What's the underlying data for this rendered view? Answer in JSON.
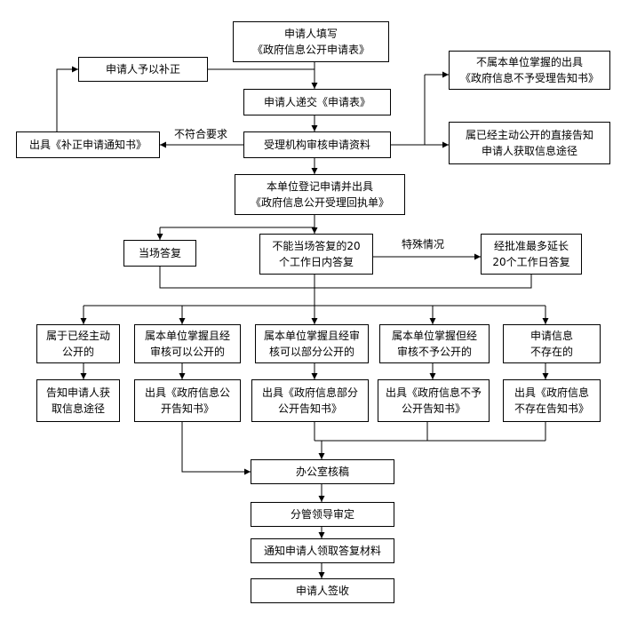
{
  "colors": {
    "line": "#000000",
    "box_border": "#000000",
    "background": "#ffffff"
  },
  "nodes": {
    "fill": "申请人填写\n《政府信息公开申请表》",
    "supplement": "申请人予以补正",
    "submit": "申请人递交《申请表》",
    "review": "受理机构审核申请资料",
    "notify_correct": "出具《补正申请通知书》",
    "not_held": "不属本单位掌握的出具\n《政府信息不予受理告知书》",
    "already_public_direct": "属已经主动公开的直接告知\n申请人获取信息途径",
    "register": "本单位登记申请并出具\n《政府信息公开受理回执单》",
    "spot_reply": "当场答复",
    "reply_20": "不能当场答复的20\n个工作日内答复",
    "extend": "经批准最多延长\n20个工作日答复",
    "c1": "属于已经主动\n公开的",
    "c2": "属本单位掌握且经\n审核可以公开的",
    "c3": "属本单位掌握且经审\n核可以部分公开的",
    "c4": "属本单位掌握但经\n审核不予公开的",
    "c5": "申请信息\n不存在的",
    "r1": "告知申请人获\n取信息途径",
    "r2": "出具《政府信息公\n开告知书》",
    "r3": "出具《政府信息部分\n公开告知书》",
    "r4": "出具《政府信息不予\n公开告知书》",
    "r5": "出具《政府信息\n不存在告知书》",
    "office_review": "办公室核稿",
    "leader_approve": "分管领导审定",
    "notify_collect": "通知申请人领取答复材料",
    "sign": "申请人签收"
  },
  "edge_labels": {
    "not_meet": "不符合要求",
    "special": "特殊情况"
  }
}
